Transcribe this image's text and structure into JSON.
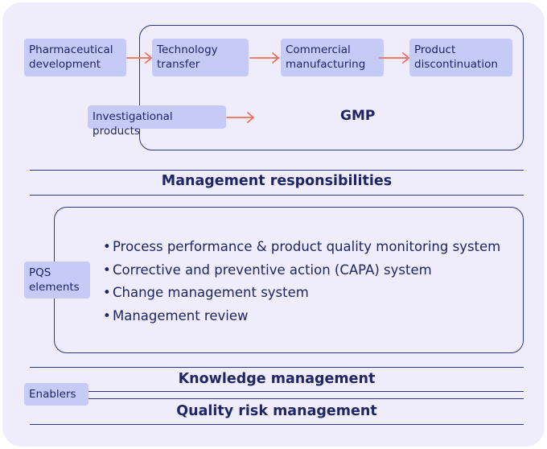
{
  "lifecycle": {
    "stages": [
      "Pharmaceutical\ndevelopment",
      "Technology\ntransfer",
      "Commercial\nmanufacturing",
      "Product\ndiscontinuation"
    ],
    "investigational": "Investigational products",
    "gmp_label": "GMP"
  },
  "management_responsibilities": "Management responsibilities",
  "pqs": {
    "label": "PQS\nelements",
    "items": [
      "Process performance & product quality monitoring system",
      "Corrective and preventive action (CAPA) system",
      "Change management system",
      "Management review"
    ]
  },
  "enablers": {
    "label": "Enablers",
    "items": [
      "Knowledge management",
      "Quality risk management"
    ]
  },
  "colors": {
    "panel": "#efecfb",
    "chip": "#c6caf6",
    "line": "#2d3685",
    "arrow": "#ef6f58",
    "text": "#1f2566"
  }
}
